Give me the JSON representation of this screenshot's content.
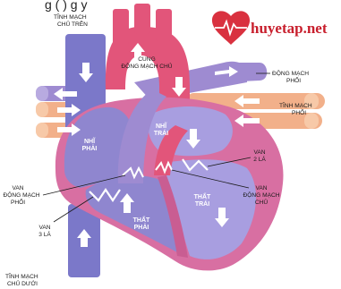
{
  "caption_top": "g (  ) g y",
  "brand": {
    "text": "huyetap.net"
  },
  "colors": {
    "vein": "#7b78c9",
    "vein_dark": "#5f5cb0",
    "artery": "#e2557a",
    "artery_dark": "#c7325c",
    "pulm_artery": "#9e8bd1",
    "pulm_vein": "#f2b08a",
    "myocardium": "#d86fa2",
    "chamber_right": "#8f86cf",
    "chamber_left": "#a89ee0",
    "brand": "#c81f2d"
  },
  "labels": {
    "svc": [
      "TĨNH MẠCH",
      "CHỦ TRÊN"
    ],
    "aorta": [
      "CUNG",
      "ĐỘNG MẠCH CHỦ"
    ],
    "pulm_artery": [
      "ĐỘNG MẠCH",
      "PHỔI"
    ],
    "pulm_vein": [
      "TĨNH MẠCH",
      "PHỔI"
    ],
    "left_atrium": [
      "NHĨ",
      "TRÁI"
    ],
    "right_atrium": [
      "NHĨ",
      "PHẢI"
    ],
    "mitral": [
      "VAN",
      "2 LÁ"
    ],
    "aortic_valve": [
      "VAN",
      "ĐỘNG MẠCH",
      "CHỦ"
    ],
    "pulm_valve": [
      "VAN",
      "ĐỘNG MẠCH",
      "PHỔI"
    ],
    "tricuspid": [
      "VAN",
      "3 LÁ"
    ],
    "left_ventricle": [
      "THẤT",
      "TRÁI"
    ],
    "right_ventricle": [
      "THẤT",
      "PHẢI"
    ],
    "ivc": [
      "TĨNH MẠCH",
      "CHỦ DƯỚI"
    ]
  }
}
